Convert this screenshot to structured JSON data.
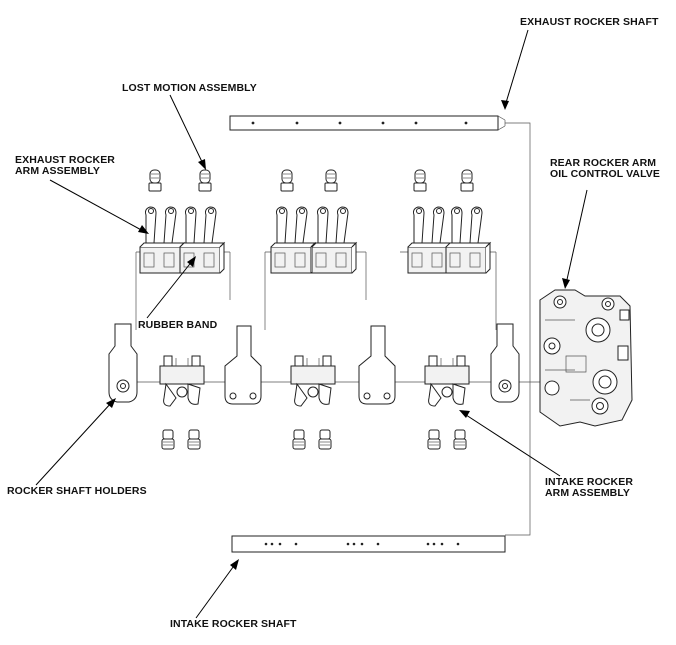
{
  "labels": {
    "exhaust_rocker_shaft": "EXHAUST ROCKER SHAFT",
    "lost_motion_assembly": "LOST MOTION ASSEMBLY",
    "exhaust_rocker_arm_assembly_1": "EXHAUST ROCKER",
    "exhaust_rocker_arm_assembly_2": "ARM ASSEMBLY",
    "rear_rocker_arm_ocv_1": "REAR ROCKER ARM",
    "rear_rocker_arm_ocv_2": "OIL CONTROL VALVE",
    "rubber_band": "RUBBER BAND",
    "rocker_shaft_holders": "ROCKER SHAFT HOLDERS",
    "intake_rocker_arm_assembly_1": "INTAKE ROCKER",
    "intake_rocker_arm_assembly_2": "ARM ASSEMBLY",
    "intake_rocker_shaft": "INTAKE ROCKER SHAFT"
  }
}
